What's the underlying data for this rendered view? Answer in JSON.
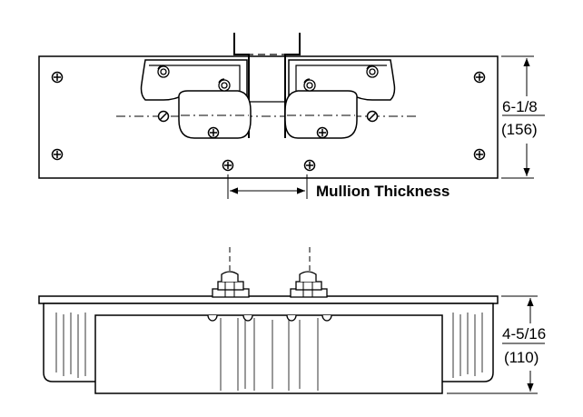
{
  "top_view": {
    "height_dim": "6-1/8",
    "height_dim_metric": "(156)",
    "mullion_label": "Mullion Thickness"
  },
  "side_view": {
    "height_dim": "4-5/16",
    "height_dim_metric": "(110)"
  }
}
